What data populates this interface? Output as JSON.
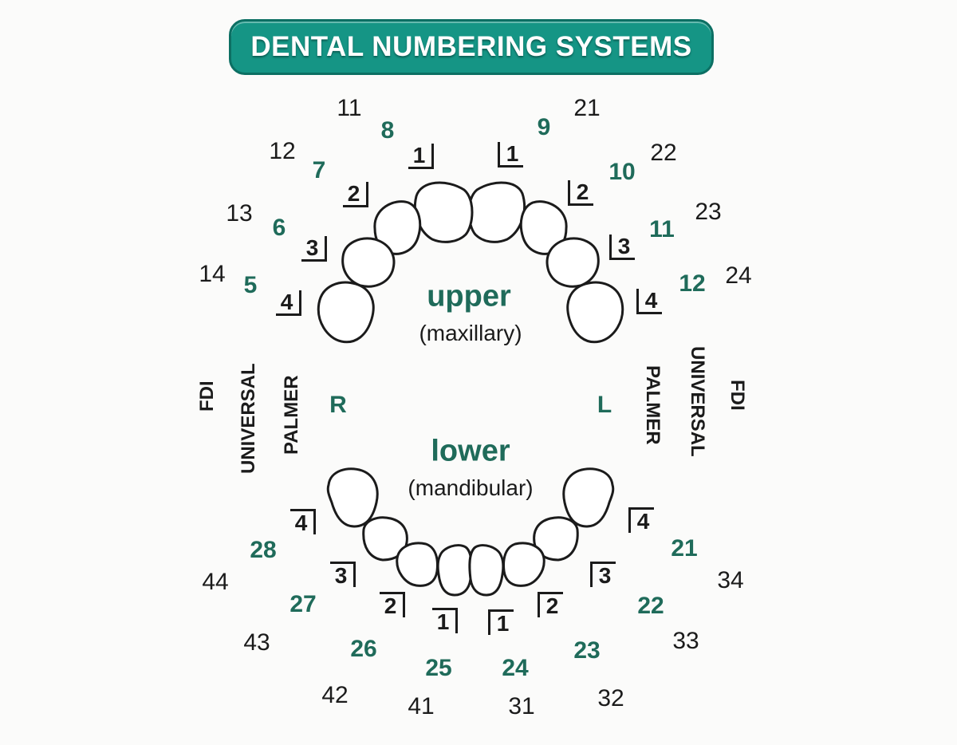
{
  "title": "DENTAL NUMBERING SYSTEMS",
  "upper": {
    "label": "upper",
    "sublabel": "(maxillary)"
  },
  "lower": {
    "label": "lower",
    "sublabel": "(mandibular)"
  },
  "side_labels": {
    "right": "R",
    "left": "L",
    "fdi": "FDI",
    "universal": "UNIVERSAL",
    "palmer": "PALMER"
  },
  "upper_right": {
    "fdi": [
      "11",
      "12",
      "13",
      "14"
    ],
    "universal": [
      "8",
      "7",
      "6",
      "5"
    ],
    "palmer": [
      "1",
      "2",
      "3",
      "4"
    ]
  },
  "upper_left": {
    "fdi": [
      "21",
      "22",
      "23",
      "24"
    ],
    "universal": [
      "9",
      "10",
      "11",
      "12"
    ],
    "palmer": [
      "1",
      "2",
      "3",
      "4"
    ]
  },
  "lower_right": {
    "fdi": [
      "41",
      "42",
      "43",
      "44"
    ],
    "universal": [
      "25",
      "26",
      "27",
      "28"
    ],
    "palmer": [
      "1",
      "2",
      "3",
      "4"
    ]
  },
  "lower_left": {
    "fdi": [
      "31",
      "32",
      "33",
      "34"
    ],
    "universal": [
      "24",
      "23",
      "22",
      "21"
    ],
    "palmer": [
      "1",
      "2",
      "3",
      "4"
    ]
  },
  "colors": {
    "banner": "#159585",
    "universal_text": "#1f6b5a",
    "fdi_text": "#1b1b1b"
  }
}
